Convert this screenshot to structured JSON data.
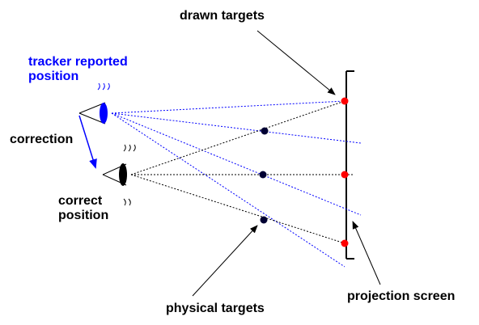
{
  "labels": {
    "drawn_targets": "drawn targets",
    "tracker_reported_line1": "tracker reported",
    "tracker_reported_line2": "position",
    "correction": "correction",
    "correct_line1": "correct",
    "correct_line2": "position",
    "physical_targets": "physical targets",
    "projection_screen": "projection screen"
  },
  "colors": {
    "tracked_eye": "#0000ff",
    "true_eye": "#000000",
    "drawn_target": "#ff0000",
    "physical_target": "#000033",
    "tracker_rays": "#0000ff",
    "true_rays": "#000000"
  },
  "icons": {
    "tracked_eye": "eye-icon",
    "true_eye": "eye-icon"
  }
}
